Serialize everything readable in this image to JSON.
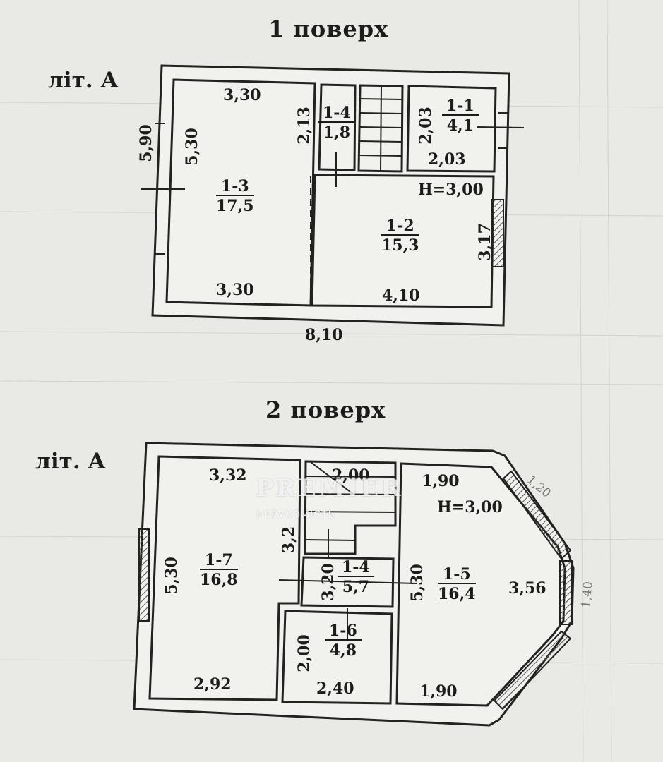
{
  "floor1": {
    "title": "1 поверх",
    "lit": "літ. А",
    "height": "Н=3,00",
    "rooms": [
      {
        "num": "1-1",
        "area": "4,1"
      },
      {
        "num": "1-2",
        "area": "15,3"
      },
      {
        "num": "1-3",
        "area": "17,5"
      },
      {
        "num": "1-4",
        "area": "1,8"
      }
    ],
    "dims": {
      "top_left": "3,30",
      "bottom_left": "3,30",
      "bottom_right": "4,10",
      "overall_width": "8,10",
      "outer_height": "5,90",
      "inner_height": "5,30",
      "wc_height": "2,13",
      "room11_height": "2,03",
      "room11_width": "2,03",
      "room12_height": "3,17"
    }
  },
  "floor2": {
    "title": "2 поверх",
    "lit": "літ. А",
    "height": "Н=3,00",
    "rooms": [
      {
        "num": "1-4",
        "area": "5,7"
      },
      {
        "num": "1-5",
        "area": "16,4"
      },
      {
        "num": "1-6",
        "area": "4,8"
      },
      {
        "num": "1-7",
        "area": "16,8"
      }
    ],
    "dims": {
      "room17_top": "3,32",
      "room17_height": "5,30",
      "room17_bottom": "2,92",
      "stair_top": "2,00",
      "stair_height": "3,2",
      "hall_height": "3,20",
      "room16_height": "2,00",
      "room16_bottom": "2,40",
      "room15_top": "1,90",
      "room15_height": "5,30",
      "room15_bay": "3,56",
      "room15_bottom": "1,90",
      "hand_bay_upper": "1,20",
      "hand_bay_side": "1,40"
    }
  },
  "watermark": {
    "brand": "PREMIER",
    "sub": "НЕРУХОМІСТЬ"
  }
}
